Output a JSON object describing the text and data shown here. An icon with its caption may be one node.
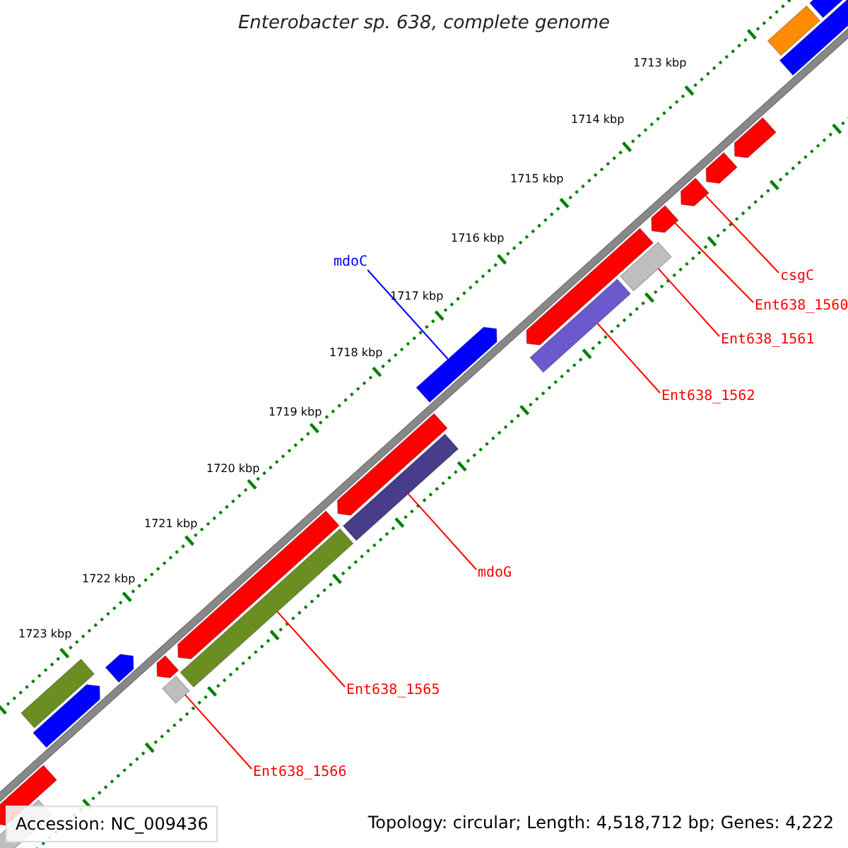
{
  "diagram": {
    "title": "Enterobacter sp. 638, complete genome",
    "nodes": [
      {
        "text": [],
        "shape": "bar"
      },
      {
        "text": [],
        "shape": "bar"
      },
      {
        "text": [],
        "shape": "bar"
      },
      {
        "text": [],
        "shape": "bar"
      },
      {
        "text": [],
        "shape": "bar"
      },
      {
        "text": [],
        "shape": "bar"
      },
      {
        "text": [],
        "shape": "bar"
      },
      {
        "text": [
          "mdoC"
        ]
      },
      {
        "text": [
          "csgC"
        ]
      },
      {
        "text": [],
        "shape": "bar"
      },
      {
        "text": [],
        "shape": "bar"
      },
      {
        "text": [
          "Ent638_1560"
        ]
      },
      {
        "text": [],
        "shape": "bar"
      },
      {
        "text": [
          "Ent638_1561"
        ]
      },
      {
        "text": [],
        "shape": "bar"
      },
      {
        "text": [
          "Ent638_1562"
        ]
      },
      {
        "text": [],
        "shape": "bar"
      },
      {
        "text": [],
        "shape": "bar"
      },
      {
        "text": [
          "mdoG"
        ]
      },
      {
        "text": [],
        "shape": "bar"
      },
      {
        "text": [],
        "shape": "bar"
      },
      {
        "text": [],
        "shape": "bar"
      },
      {
        "text": [],
        "shape": "bar"
      },
      {
        "text": [],
        "shape": "bar"
      },
      {
        "text": [],
        "shape": "bar"
      },
      {
        "text": [],
        "shape": "bar"
      },
      {
        "text": [
          "Ent638_1565"
        ]
      },
      {
        "text": [
          "Ent638_1566"
        ]
      },
      {
        "text": [],
        "shape": "bar"
      },
      {
        "text": [],
        "shape": "bar"
      }
    ],
    "edges": [
      {
        "from": 7,
        "to": 14,
        "arrow": "none",
        "color": "#0000ff"
      },
      {
        "from": 8,
        "to": 5,
        "arrow": "none"
      },
      {
        "from": 11,
        "to": 6,
        "arrow": "none"
      },
      {
        "from": 13,
        "to": 9,
        "arrow": "none"
      },
      {
        "from": 15,
        "to": 12,
        "arrow": "none"
      },
      {
        "from": 18,
        "to": 17,
        "arrow": "none"
      },
      {
        "from": 26,
        "to": 20,
        "arrow": "none"
      },
      {
        "from": 27,
        "to": 24,
        "arrow": "none"
      }
    ],
    "labels": [
      "1713 kbp",
      "1714 kbp",
      "1715 kbp",
      "1716 kbp",
      "1717 kbp",
      "1718 kbp",
      "1719 kbp",
      "1720 kbp",
      "1721 kbp",
      "1722 kbp",
      "1723 kbp",
      "Accession: NC_009436",
      "Topology: circular; Length: 4,518,712 bp; Genes: 4,222"
    ]
  }
}
